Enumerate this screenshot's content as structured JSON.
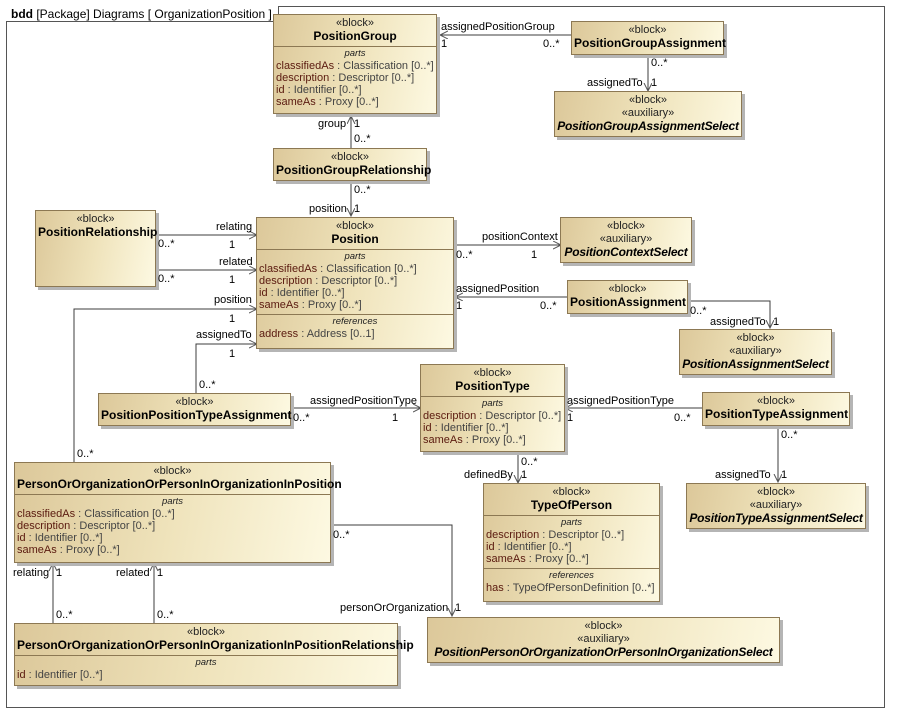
{
  "frame": {
    "kind": "bdd",
    "title": "[Package] Diagrams [ OrganizationPosition ]"
  },
  "blocks": {
    "position_group": {
      "stereotypes": [
        "«block»"
      ],
      "name": "PositionGroup",
      "compartments": [
        {
          "title": "parts",
          "props": [
            {
              "name": "classifiedAs",
              "type": " : Classification [0..*]"
            },
            {
              "name": "description",
              "type": " : Descriptor [0..*]"
            },
            {
              "name": "id",
              "type": " : Identifier [0..*]"
            },
            {
              "name": "sameAs",
              "type": " : Proxy [0..*]"
            }
          ]
        }
      ]
    },
    "position_group_assignment": {
      "stereotypes": [
        "«block»"
      ],
      "name": "PositionGroupAssignment"
    },
    "position_group_assignment_select": {
      "stereotypes": [
        "«block»",
        "«auxiliary»"
      ],
      "name": "PositionGroupAssignmentSelect"
    },
    "position_group_relationship": {
      "stereotypes": [
        "«block»"
      ],
      "name": "PositionGroupRelationship"
    },
    "position_relationship": {
      "stereotypes": [
        "«block»"
      ],
      "name": "PositionRelationship"
    },
    "position": {
      "stereotypes": [
        "«block»"
      ],
      "name": "Position",
      "compartments": [
        {
          "title": "parts",
          "props": [
            {
              "name": "classifiedAs",
              "type": " : Classification [0..*]"
            },
            {
              "name": "description",
              "type": " : Descriptor [0..*]"
            },
            {
              "name": "id",
              "type": " : Identifier [0..*]"
            },
            {
              "name": "sameAs",
              "type": " : Proxy [0..*]"
            }
          ]
        },
        {
          "title": "references",
          "props": [
            {
              "name": "address",
              "type": " : Address [0..1]"
            }
          ]
        }
      ]
    },
    "position_context_select": {
      "stereotypes": [
        "«block»",
        "«auxiliary»"
      ],
      "name": "PositionContextSelect"
    },
    "position_assignment": {
      "stereotypes": [
        "«block»"
      ],
      "name": "PositionAssignment"
    },
    "position_assignment_select": {
      "stereotypes": [
        "«block»",
        "«auxiliary»"
      ],
      "name": "PositionAssignmentSelect"
    },
    "position_position_type_assignment": {
      "stereotypes": [
        "«block»"
      ],
      "name": "PositionPositionTypeAssignment"
    },
    "position_type": {
      "stereotypes": [
        "«block»"
      ],
      "name": "PositionType",
      "compartments": [
        {
          "title": "parts",
          "props": [
            {
              "name": "description",
              "type": " : Descriptor [0..*]"
            },
            {
              "name": "id",
              "type": " : Identifier [0..*]"
            },
            {
              "name": "sameAs",
              "type": " : Proxy [0..*]"
            }
          ]
        }
      ]
    },
    "position_type_assignment": {
      "stereotypes": [
        "«block»"
      ],
      "name": "PositionTypeAssignment"
    },
    "position_type_assignment_select": {
      "stereotypes": [
        "«block»",
        "«auxiliary»"
      ],
      "name": "PositionTypeAssignmentSelect"
    },
    "poopio_position": {
      "stereotypes": [
        "«block»"
      ],
      "name": "PersonOrOrganizationOrPersonInOrganizationInPosition",
      "compartments": [
        {
          "title": "parts",
          "props": [
            {
              "name": "classifiedAs",
              "type": " : Classification [0..*]"
            },
            {
              "name": "description",
              "type": " : Descriptor [0..*]"
            },
            {
              "name": "id",
              "type": " : Identifier [0..*]"
            },
            {
              "name": "sameAs",
              "type": " : Proxy [0..*]"
            }
          ]
        }
      ]
    },
    "type_of_person": {
      "stereotypes": [
        "«block»"
      ],
      "name": "TypeOfPerson",
      "compartments": [
        {
          "title": "parts",
          "props": [
            {
              "name": "description",
              "type": " : Descriptor [0..*]"
            },
            {
              "name": "id",
              "type": " : Identifier [0..*]"
            },
            {
              "name": "sameAs",
              "type": " : Proxy [0..*]"
            }
          ]
        },
        {
          "title": "references",
          "props": [
            {
              "name": "has",
              "type": " : TypeOfPersonDefinition [0..*]"
            }
          ]
        }
      ]
    },
    "poopio_position_relationship": {
      "stereotypes": [
        "«block»"
      ],
      "name": "PersonOrOrganizationOrPersonInOrganizationInPositionRelationship",
      "compartments": [
        {
          "title": "parts",
          "props": [
            {
              "name": "id",
              "type": " : Identifier [0..*]"
            }
          ]
        }
      ]
    },
    "position_poopio_select": {
      "stereotypes": [
        "«block»",
        "«auxiliary»"
      ],
      "name": "PositionPersonOrOrganizationOrPersonInOrganizationSelect"
    }
  },
  "associations": [
    {
      "id": "pga-assignedPositionGroup",
      "role": "assignedPositionGroup",
      "target_mult": "1",
      "source_mult": "0..*"
    },
    {
      "id": "pga-assignedTo",
      "role": "assignedTo",
      "target_mult": "1",
      "source_mult": "0..*"
    },
    {
      "id": "pgr-group",
      "role": "group",
      "target_mult": "1",
      "source_mult": "0..*"
    },
    {
      "id": "pgr-position",
      "role": "position",
      "target_mult": "1",
      "source_mult": "0..*"
    },
    {
      "id": "pr-relating",
      "role": "relating",
      "target_mult": "1",
      "source_mult": "0..*"
    },
    {
      "id": "pr-related",
      "role": "related",
      "target_mult": "1",
      "source_mult": "0..*"
    },
    {
      "id": "pos-positionContext",
      "role": "positionContext",
      "target_mult": "1",
      "source_mult": "0..*"
    },
    {
      "id": "pa-assignedPosition",
      "role": "assignedPosition",
      "target_mult": "1",
      "source_mult": "0..*"
    },
    {
      "id": "pa-assignedTo",
      "role": "assignedTo",
      "target_mult": "1",
      "source_mult": "0..*"
    },
    {
      "id": "poopio-position",
      "role": "position",
      "target_mult": "1",
      "source_mult": "0..*"
    },
    {
      "id": "ppta-assignedTo",
      "role": "assignedTo",
      "target_mult": "1",
      "source_mult": "0..*"
    },
    {
      "id": "ppta-assignedPositionType",
      "role": "assignedPositionType",
      "target_mult": "1",
      "source_mult": "0..*"
    },
    {
      "id": "pta-assignedPositionType",
      "role": "assignedPositionType",
      "target_mult": "1",
      "source_mult": "0..*"
    },
    {
      "id": "pta-assignedTo",
      "role": "assignedTo",
      "target_mult": "1",
      "source_mult": "0..*"
    },
    {
      "id": "pt-definedBy",
      "role": "definedBy",
      "target_mult": "1",
      "source_mult": "0..*"
    },
    {
      "id": "poopio-personOrOrganization",
      "role": "personOrOrganization",
      "target_mult": "1",
      "source_mult": "0..*"
    },
    {
      "id": "rel-relating",
      "role": "relating",
      "target_mult": "1",
      "source_mult": "0..*"
    },
    {
      "id": "rel-related",
      "role": "related",
      "target_mult": "1",
      "source_mult": "0..*"
    }
  ]
}
